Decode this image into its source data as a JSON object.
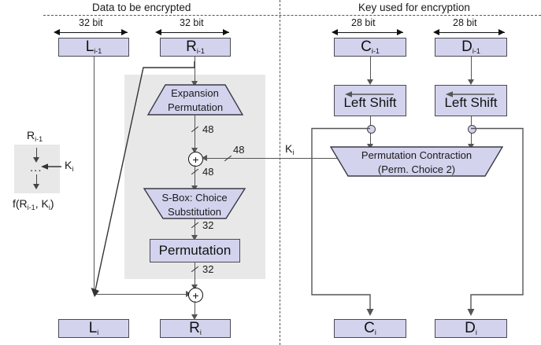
{
  "headers": {
    "left": "Data to be encrypted",
    "right": "Key used for encryption"
  },
  "dimensions": {
    "data_left": "32 bit",
    "data_right": "32 bit",
    "key_left": "28 bit",
    "key_right": "28 bit"
  },
  "registers": {
    "l_prev": "L",
    "l_prev_sub": "i-1",
    "r_prev": "R",
    "r_prev_sub": "i-1",
    "c_prev": "C",
    "c_prev_sub": "i-1",
    "d_prev": "D",
    "d_prev_sub": "i-1",
    "l_next": "L",
    "l_next_sub": "i",
    "r_next": "R",
    "r_next_sub": "i",
    "c_next": "C",
    "c_next_sub": "i",
    "d_next": "D",
    "d_next_sub": "i"
  },
  "blocks": {
    "expansion_line1": "Expansion",
    "expansion_line2": "Permutation",
    "sbox_line1": "S-Box: Choice",
    "sbox_line2": "Substitution",
    "permutation": "Permutation",
    "left_shift_1": "Left Shift",
    "left_shift_2": "Left Shift",
    "perm_contraction_line1": "Permutation Contraction",
    "perm_contraction_line2": "(Perm. Choice 2)"
  },
  "bit_labels": {
    "exp_out": "48",
    "xor_in_key": "48",
    "xor_out": "48",
    "sbox_out": "32",
    "perm_out": "32"
  },
  "subkey": {
    "label": "K",
    "label_sub": "i"
  },
  "legend": {
    "input": "R",
    "input_sub": "i-1",
    "ellipsis": "…",
    "key": "K",
    "key_sub": "i",
    "output": "f(R",
    "output_sub1": "i-1",
    "output_mid": ", K",
    "output_sub2": "i",
    "output_end": ")"
  },
  "colors": {
    "box_fill": "#d3d3ee",
    "box_stroke": "#4a4a55",
    "panel_fill": "#e8e8e8",
    "line": "#555555",
    "text": "#1a1a1a"
  }
}
